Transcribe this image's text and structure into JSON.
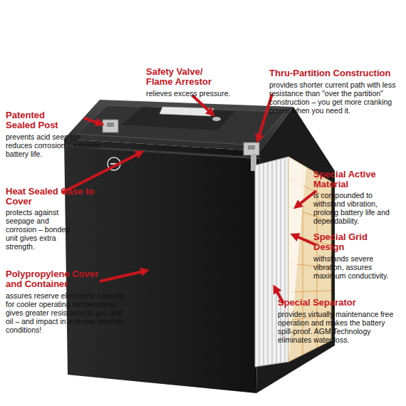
{
  "diagram": {
    "labels": [
      "Safety Valve/ Flame Arrestor",
      "relieves excess pressure.",
      "Thru-Partition Construction",
      "provides shorter current path with less resistance than \"over the partition\" construction – you get more cranking power when you need it.",
      "Patented Sealed Post",
      "prevents acid seepage, reduces corrosion – extends battery life.",
      "Special Active Material",
      "is compounded to withstand vibration, prolong battery life and dependability.",
      "Heat Sealed Case to Cover",
      "protects against seepage and corrosion – bonded unit gives extra strength.",
      "Special Grid Design",
      "withstands severe vibration, assures maximum conductivity.",
      "Polypropylene Cover and Container",
      "assures reserve electrolyte capacity for cooler operating temperatures; gives greater resistance to gas and oil – and impact in extreme weather conditions!",
      "Special Separator",
      "provides virtually maintenance free operation and makes the battery spill-proof. AGM Technology eliminates water loss."
    ]
  }
}
